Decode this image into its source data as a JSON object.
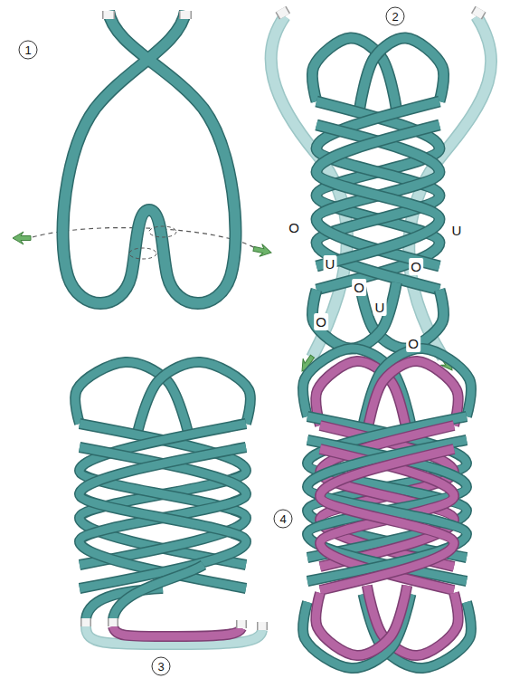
{
  "diagram": {
    "labels": [
      "1",
      "2",
      "O",
      "U",
      "U",
      "O",
      "O",
      "U",
      "O",
      "O",
      "3",
      "4"
    ]
  }
}
